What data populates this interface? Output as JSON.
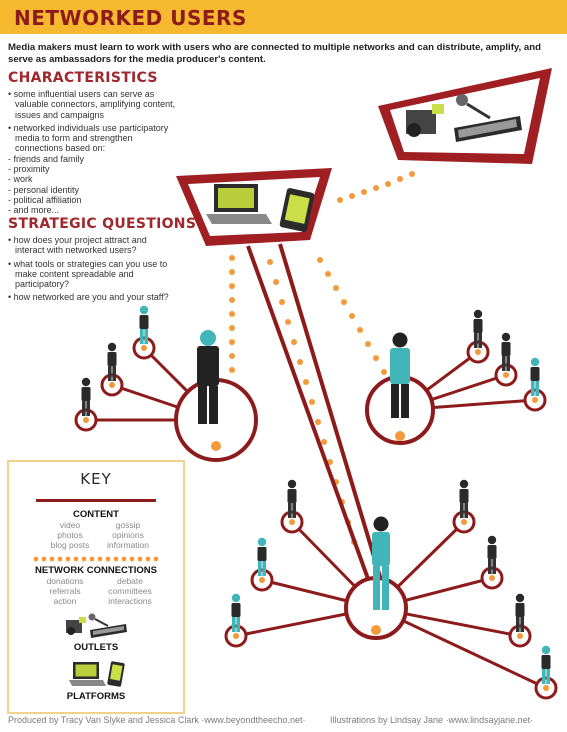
{
  "banner": {
    "title": "NETWORKED USERS"
  },
  "intro": "Media makers must learn to work with users who are connected to multiple networks and can distribute, amplify, and serve as ambassadors for the media producer's content.",
  "characteristics": {
    "heading": "CHARACTERISTICS",
    "bullets": [
      "• some influential users can serve as valuable connectors, amplifying content, issues and campaigns",
      "• networked individuals use participatory media to form and strengthen connections based on:"
    ],
    "sub_items": [
      "- friends and family",
      "- proximity",
      "- work",
      "- personal identity",
      "- political affiliation",
      "- and more..."
    ]
  },
  "strategic": {
    "heading": "STRATEGIC QUESTIONS",
    "bullets": [
      "• how does your project attract and interact with networked users?",
      "• what tools or strategies can you use to make content spreadable and participatory?",
      "• how networked are you and your staff?"
    ]
  },
  "key": {
    "title": "KEY",
    "content": {
      "heading": "CONTENT",
      "left": [
        "video",
        "photos",
        "blog posts"
      ],
      "right": [
        "gossip",
        "opinions",
        "information"
      ]
    },
    "network": {
      "heading": "NETWORK CONNECTIONS",
      "left": [
        "donations",
        "referrals",
        "action"
      ],
      "right": [
        "debate",
        "committees",
        "interactions"
      ]
    },
    "outlets_label": "OUTLETS",
    "platforms_label": "PLATFORMS"
  },
  "footer": {
    "credits": "Produced by Tracy Van Slyke and Jessica Clark ·www.beyondtheecho.net·",
    "illustrations": "Illustrations by Lindsay Jane ·www.lindsayjane.net·"
  },
  "colors": {
    "banner": "#f5b82e",
    "accent_red": "#8e1b1b",
    "orange_dot": "#f39a3b",
    "teal": "#41b5b8"
  },
  "icons": [
    "laptop-icon",
    "phone-icon",
    "camera-icon",
    "microphone-icon",
    "keyboard-icon"
  ]
}
